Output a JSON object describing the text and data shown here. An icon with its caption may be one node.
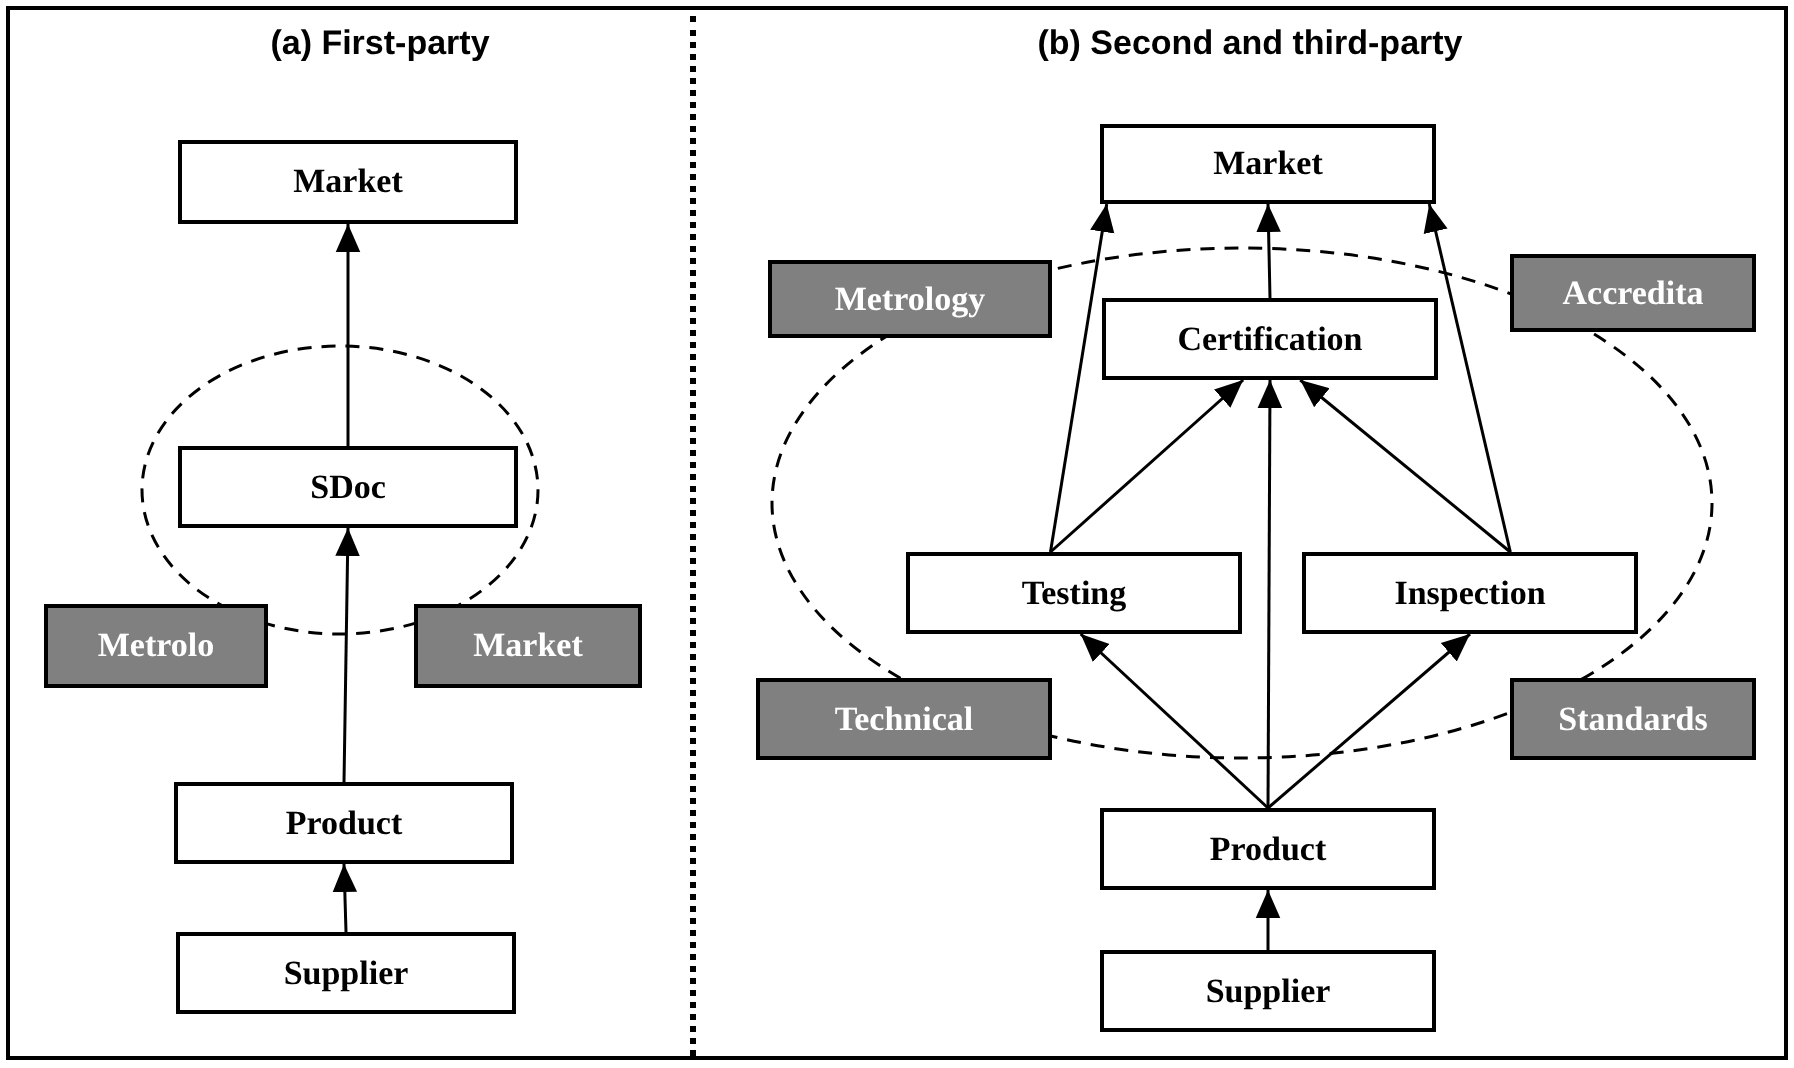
{
  "diagram": {
    "nodes": [
      {
        "text": [
          "Market"
        ]
      },
      {
        "text": [],
        "shape": "ellipse"
      },
      {
        "text": [
          "SDoc"
        ],
        "in": 1
      },
      {
        "text": [
          "Metrolo"
        ]
      },
      {
        "text": [
          "Market"
        ]
      },
      {
        "text": [
          "Product"
        ]
      },
      {
        "text": [
          "Supplier"
        ]
      },
      {
        "text": [
          "Market"
        ]
      },
      {
        "text": [
          "Metrology"
        ]
      },
      {
        "text": [
          "Accredita"
        ]
      },
      {
        "text": [],
        "shape": "ellipse"
      },
      {
        "text": [
          "Certification"
        ],
        "in": 10
      },
      {
        "text": [
          "Testing"
        ],
        "in": 10
      },
      {
        "text": [
          "Inspection"
        ],
        "in": 10
      },
      {
        "text": [
          "Technical"
        ]
      },
      {
        "text": [
          "Standards"
        ]
      },
      {
        "text": [
          "Product"
        ]
      },
      {
        "text": [
          "Supplier"
        ]
      }
    ],
    "edges": [
      {
        "from": 2,
        "to": 0,
        "arrow": "to"
      },
      {
        "from": 5,
        "to": 2,
        "arrow": "to"
      },
      {
        "from": 6,
        "to": 5,
        "arrow": "to"
      },
      {
        "from": 12,
        "to": 7,
        "arrow": "to"
      },
      {
        "from": 11,
        "to": 7,
        "arrow": "to"
      },
      {
        "from": 13,
        "to": 7,
        "arrow": "to"
      },
      {
        "from": 12,
        "to": 11,
        "arrow": "to"
      },
      {
        "from": 16,
        "to": 11,
        "arrow": "to"
      },
      {
        "from": 13,
        "to": 11,
        "arrow": "to"
      },
      {
        "from": 16,
        "to": 12,
        "arrow": "to"
      },
      {
        "from": 16,
        "to": 13,
        "arrow": "to"
      },
      {
        "from": 17,
        "to": 16,
        "arrow": "to"
      }
    ],
    "labels": [
      "(a) First-party",
      "(b) Second and third-party"
    ]
  }
}
